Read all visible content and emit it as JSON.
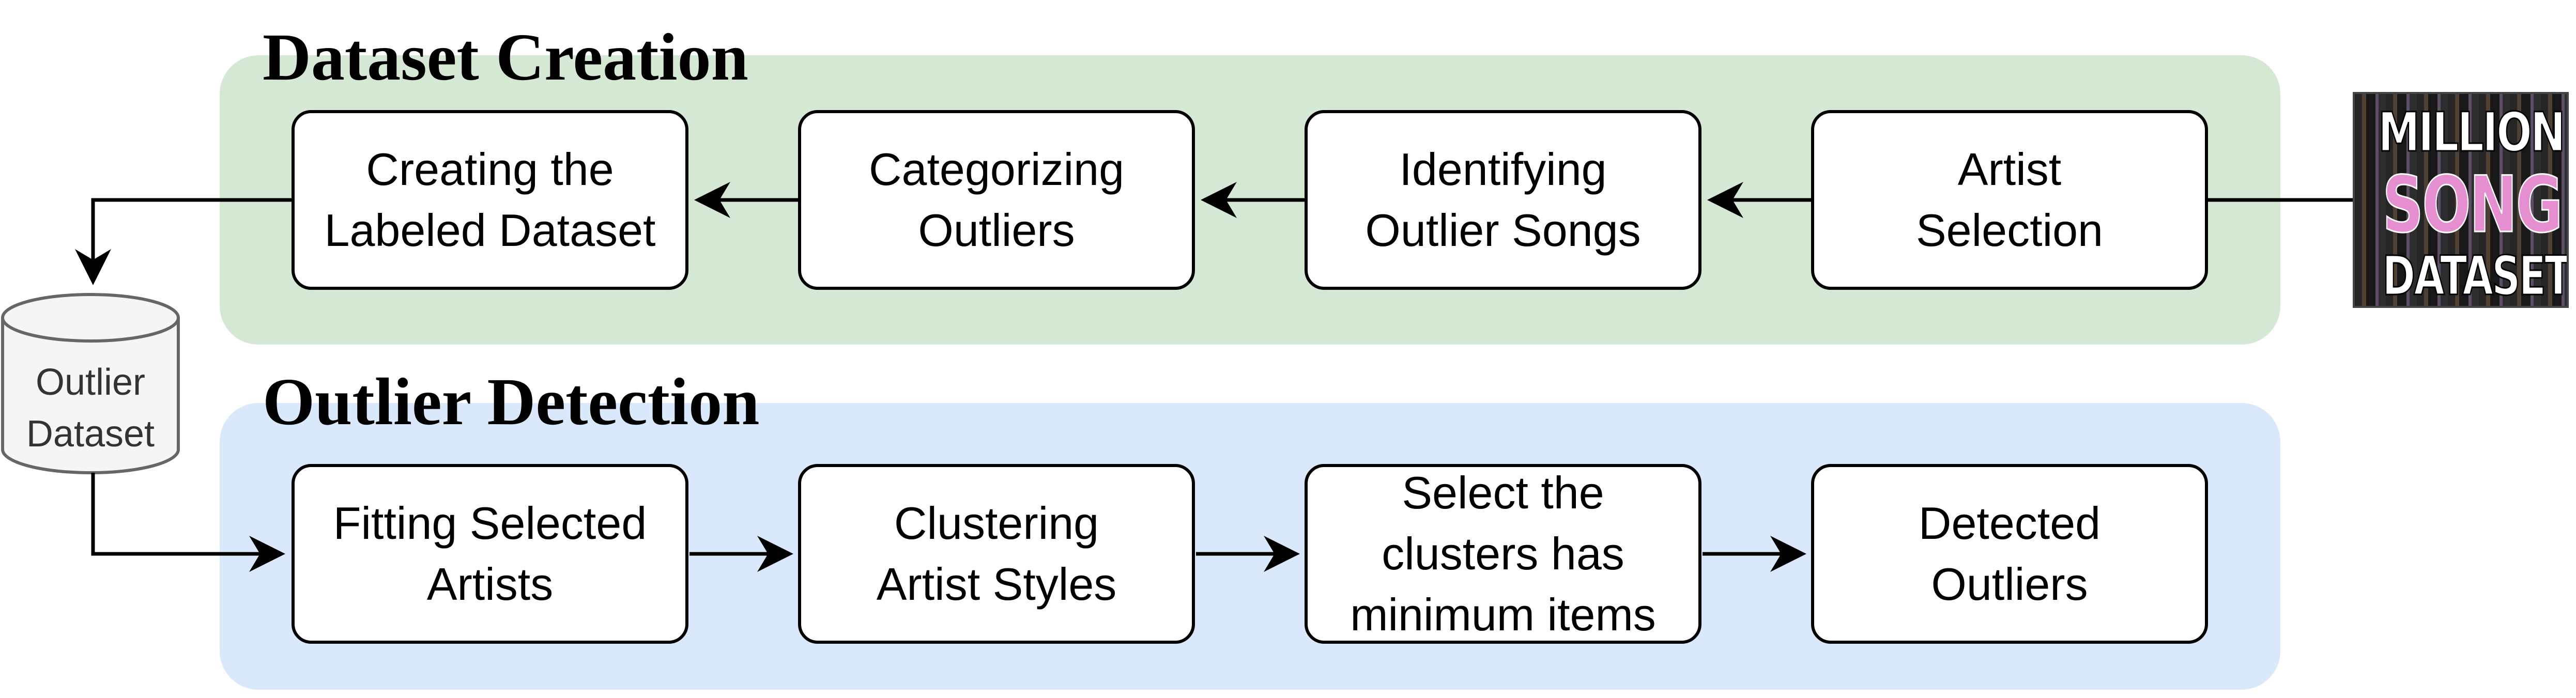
{
  "sections": {
    "dataset_creation": "Dataset Creation",
    "outlier_detection": "Outlier Detection"
  },
  "top_row": [
    {
      "line1": "Creating the",
      "line2": "Labeled Dataset"
    },
    {
      "line1": "Categorizing",
      "line2": "Outliers"
    },
    {
      "line1": "Identifying",
      "line2": "Outlier Songs"
    },
    {
      "line1": "Artist",
      "line2": "Selection"
    }
  ],
  "bottom_row": [
    {
      "line1": "Fitting Selected",
      "line2": "Artists"
    },
    {
      "line1": "Clustering",
      "line2": "Artist Styles"
    },
    {
      "line1": "Select the",
      "line2": "clusters has",
      "line3": "minimum items"
    },
    {
      "line1": "Detected",
      "line2": "Outliers"
    }
  ],
  "database": {
    "line1": "Outlier",
    "line2": "Dataset"
  },
  "logo": {
    "line1": "MILLION",
    "line2": "SONG",
    "line3": "DATASET"
  },
  "colors": {
    "panel_top": "#d5e8d4",
    "panel_bottom": "#dae8fc",
    "stroke": "#000000"
  }
}
